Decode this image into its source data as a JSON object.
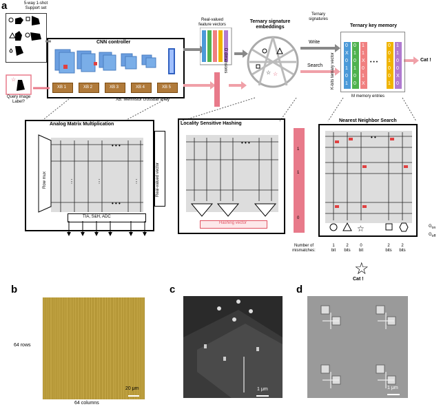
{
  "panel_a": {
    "letter": "a",
    "support_set": "5-way 1-shot\nSupport set",
    "query_label": "Query image\nLabel?",
    "cnn_title": "CNN controller",
    "xb_blocks": [
      "XB 1",
      "XB 2",
      "XB 3",
      "XB 4",
      "XB 5"
    ],
    "xb_caption": "XB: Memristor crossbar array",
    "feature_vectors": "Real-valued\nfeature vectors",
    "d_dimensions": "D dimensions",
    "ternary_embeddings": "Ternary signature\nembeddings",
    "ternary_signatures": "Ternary\nsignatures",
    "write": "Write",
    "search": "Search",
    "key_memory": "Ternary key memory",
    "k_bits": "K-bits ternary vector",
    "m_entries": "M memory entries",
    "cat_answer": "Cat !",
    "amm_title": "Analog Matrix Multiplication",
    "row_mux": "Row mux",
    "tia": "TIA, S&H, ADC",
    "real_valued_vector": "Real-valued vector",
    "lsh_title": "Locality Sensitive Hashing",
    "hashing_vector": "Hashing vector",
    "nns_title": "Nearest Neighbor Search",
    "g_on": "G",
    "g_on_sub": "on",
    "g_off": "G",
    "g_off_sub": "off",
    "mismatch_label": "Number of\nmismatches:",
    "mismatch_values": [
      "1\nbit",
      "2\nbits",
      "0\nbit",
      "2\nbits",
      "2\nbits"
    ],
    "search_bits": [
      "1",
      "1",
      "0"
    ],
    "final_answer": "Cat !",
    "memory_columns": [
      {
        "color": "#4c9ad8",
        "bits": [
          "0",
          "X",
          "0",
          "1",
          "0",
          "1"
        ]
      },
      {
        "color": "#4fb24f",
        "bits": [
          "0",
          "1",
          "0",
          "1",
          "0",
          "0"
        ]
      },
      {
        "color": "#f08080",
        "bits": [
          "1",
          "1",
          "X",
          "0",
          "1",
          "X"
        ]
      },
      {
        "color": "#f0b400",
        "bits": [
          "0",
          "0",
          "1",
          "0",
          "0",
          "1"
        ]
      },
      {
        "color": "#b07ad0",
        "bits": [
          "1",
          "1",
          "0",
          "0",
          "X",
          "0"
        ]
      }
    ]
  },
  "panel_b": {
    "letter": "b",
    "rows": "64 rows",
    "columns": "64 columns",
    "scale": "20 μm"
  },
  "panel_c": {
    "letter": "c",
    "scale": "1 μm"
  },
  "panel_d": {
    "letter": "d",
    "scale": "1 μm"
  }
}
